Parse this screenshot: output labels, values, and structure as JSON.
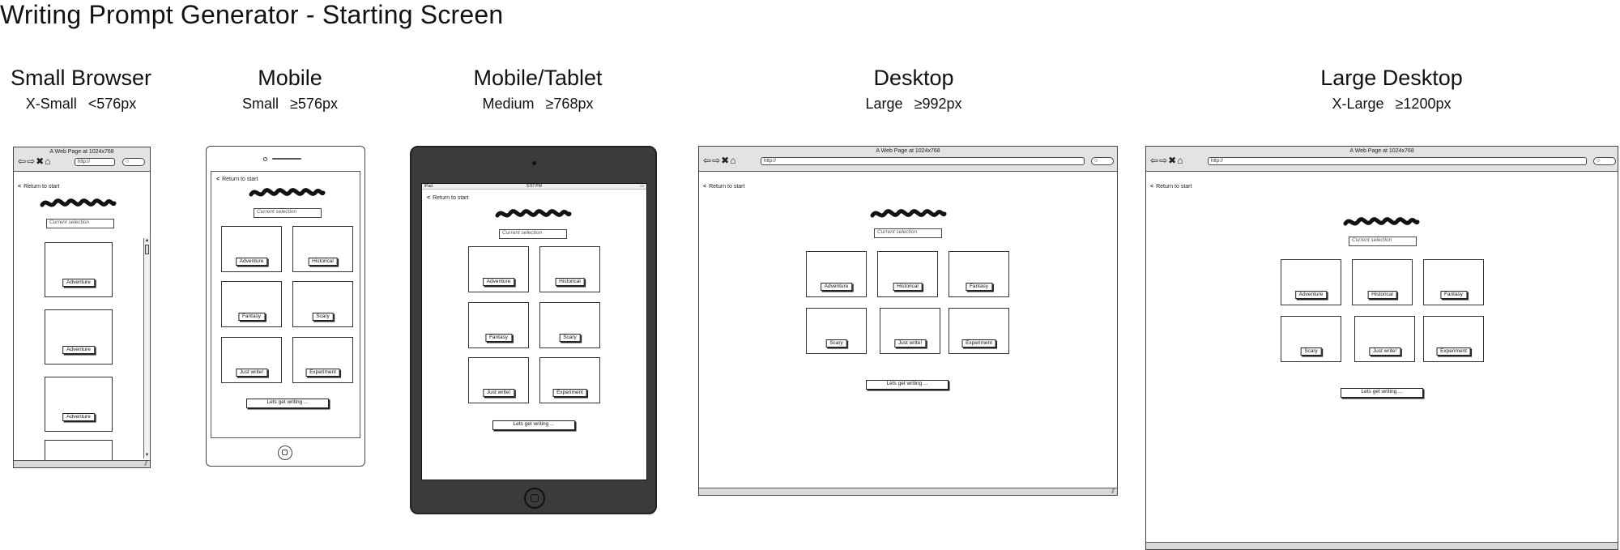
{
  "title": "Writing Prompt Generator - Starting Screen",
  "breakpoints": [
    {
      "name": "Small Browser",
      "size": "X-Small",
      "min": "<576px"
    },
    {
      "name": "Mobile",
      "size": "Small",
      "min": "≥576px"
    },
    {
      "name": "Mobile/Tablet",
      "size": "Medium",
      "min": "≥768px"
    },
    {
      "name": "Desktop",
      "size": "Large",
      "min": "≥992px"
    },
    {
      "name": "Large Desktop",
      "size": "X-Large",
      "min": "≥1200px"
    }
  ],
  "browser": {
    "window_title": "A Web Page at 1024x768",
    "url": "http://",
    "nav_icons": [
      "back-icon",
      "forward-icon",
      "close-icon",
      "home-icon"
    ],
    "search_icon": "search-icon"
  },
  "tablet_status": {
    "left": "iPad",
    "center": "5:57 PM",
    "right": "▭"
  },
  "content": {
    "return_label": "Return to start",
    "selection_placeholder": "Current selection",
    "genres": [
      "Adventure",
      "Historical",
      "Fantasy",
      "Scary",
      "Just write!",
      "Experiment"
    ],
    "small_cards": [
      "Adventure",
      "Adventure",
      "Adventure"
    ],
    "cta": "Lets get writing ..."
  },
  "colors": {
    "device_dark": "#3b3b3b",
    "chrome": "#e3e3e3",
    "ink": "#111111"
  }
}
